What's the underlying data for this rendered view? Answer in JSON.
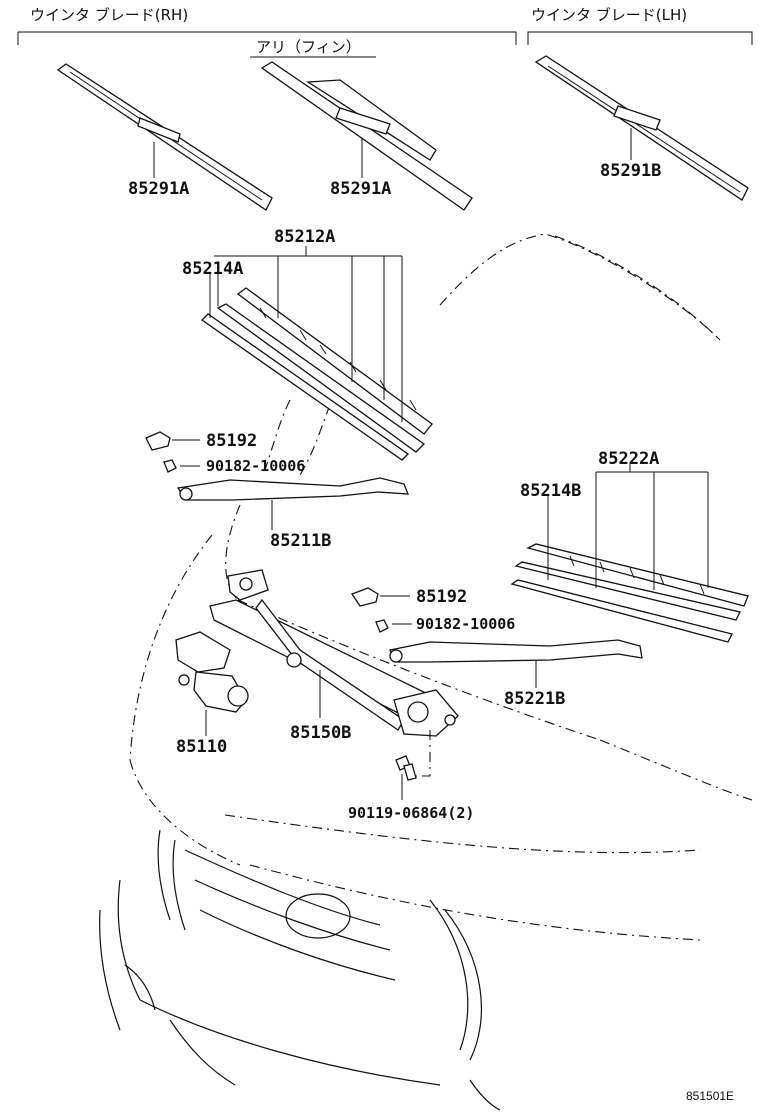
{
  "headers": {
    "rh": "ウインタ ブレード(RH)",
    "lh": "ウインタ ブレード(LH)",
    "sub": "アリ（フィン）"
  },
  "parts": {
    "p85291a_1": "85291A",
    "p85291a_2": "85291A",
    "p85291b": "85291B",
    "p85212a": "85212A",
    "p85214a": "85214A",
    "p85192_1": "85192",
    "p90182_1": "90182-10006",
    "p85211b": "85211B",
    "p85222a": "85222A",
    "p85214b": "85214B",
    "p85192_2": "85192",
    "p90182_2": "90182-10006",
    "p85221b": "85221B",
    "p85110": "85110",
    "p85150b": "85150B",
    "p90119": "90119-06864(2)"
  },
  "figure_id": "851501E"
}
